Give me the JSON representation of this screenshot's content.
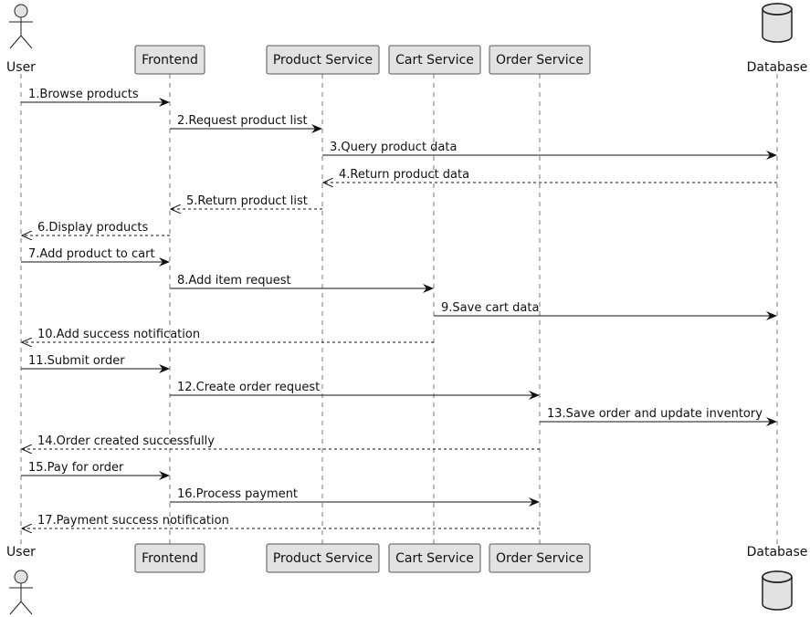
{
  "participants": [
    {
      "id": "user",
      "label": "User",
      "kind": "actor"
    },
    {
      "id": "frontend",
      "label": "Frontend",
      "kind": "box"
    },
    {
      "id": "product",
      "label": "Product Service",
      "kind": "box"
    },
    {
      "id": "cart",
      "label": "Cart Service",
      "kind": "box"
    },
    {
      "id": "order",
      "label": "Order Service",
      "kind": "box"
    },
    {
      "id": "database",
      "label": "Database",
      "kind": "database"
    }
  ],
  "messages": [
    {
      "from": "user",
      "to": "frontend",
      "label": "1.Browse products",
      "type": "sync"
    },
    {
      "from": "frontend",
      "to": "product",
      "label": "2.Request product list",
      "type": "sync"
    },
    {
      "from": "product",
      "to": "database",
      "label": "3.Query product data",
      "type": "sync"
    },
    {
      "from": "database",
      "to": "product",
      "label": "4.Return product data",
      "type": "return"
    },
    {
      "from": "product",
      "to": "frontend",
      "label": "5.Return product list",
      "type": "return"
    },
    {
      "from": "frontend",
      "to": "user",
      "label": "6.Display products",
      "type": "return"
    },
    {
      "from": "user",
      "to": "frontend",
      "label": "7.Add product to cart",
      "type": "sync"
    },
    {
      "from": "frontend",
      "to": "cart",
      "label": "8.Add item request",
      "type": "sync"
    },
    {
      "from": "cart",
      "to": "database",
      "label": "9.Save cart data",
      "type": "sync"
    },
    {
      "from": "cart",
      "to": "user",
      "label": "10.Add success notification",
      "type": "return"
    },
    {
      "from": "user",
      "to": "frontend",
      "label": "11.Submit order",
      "type": "sync"
    },
    {
      "from": "frontend",
      "to": "order",
      "label": "12.Create order request",
      "type": "sync"
    },
    {
      "from": "order",
      "to": "database",
      "label": "13.Save order and update inventory",
      "type": "sync"
    },
    {
      "from": "order",
      "to": "user",
      "label": "14.Order created successfully",
      "type": "return"
    },
    {
      "from": "user",
      "to": "frontend",
      "label": "15.Pay for order",
      "type": "sync"
    },
    {
      "from": "frontend",
      "to": "order",
      "label": "16.Process payment",
      "type": "sync"
    },
    {
      "from": "order",
      "to": "user",
      "label": "17.Payment success notification",
      "type": "return"
    }
  ]
}
